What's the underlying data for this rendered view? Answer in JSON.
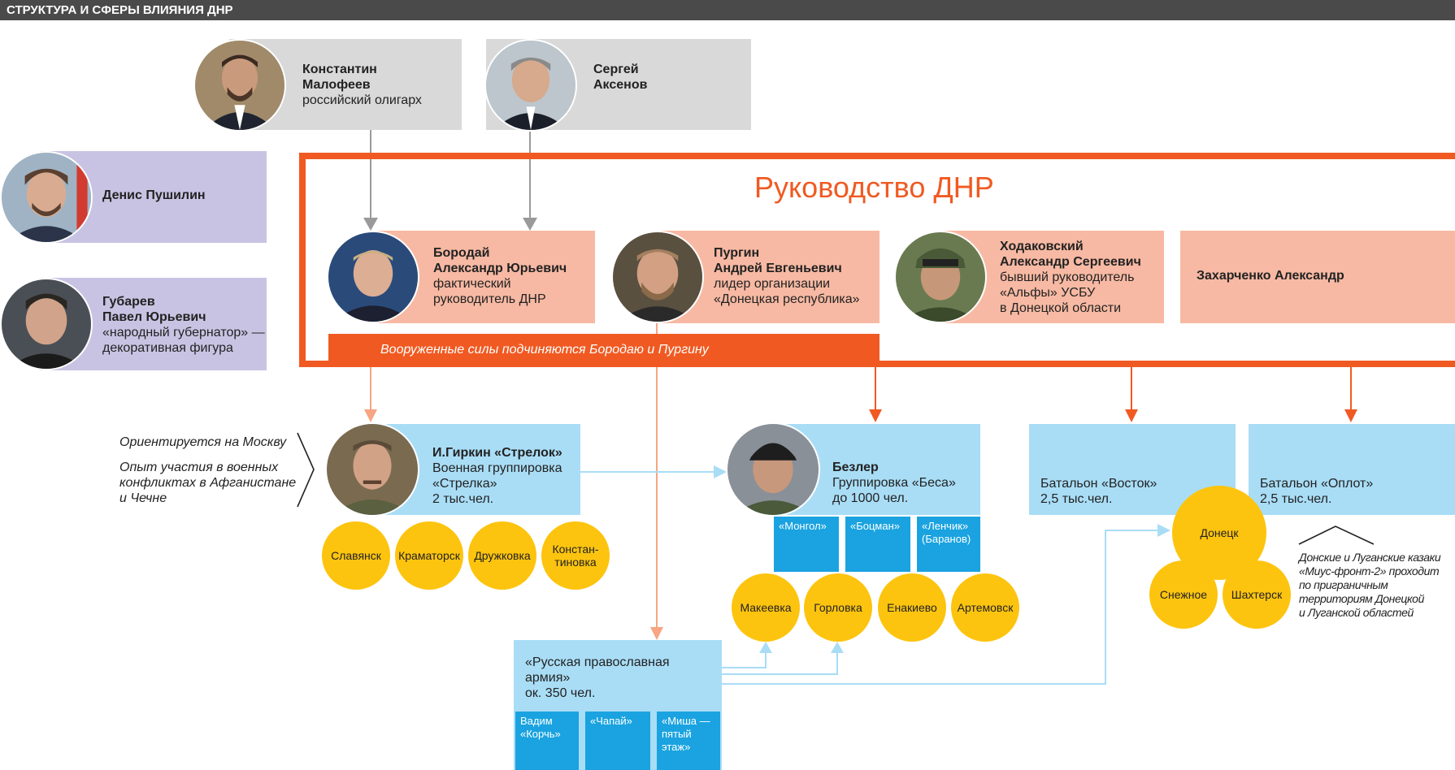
{
  "header": "СТРУКТУРА И СФЕРЫ ВЛИЯНИЯ ДНР",
  "colors": {
    "accent_orange": "#f05a22",
    "gray_box": "#d9d9d9",
    "purple_box": "#c9c3e3",
    "salmon_box": "#f7b9a3",
    "blue_box": "#a9ddf6",
    "yellow_city": "#fdc40f",
    "blue_tag": "#1aa3e0"
  },
  "backers": [
    {
      "name1": "Константин",
      "name2": "Малофеев",
      "role": "российский олигарх"
    },
    {
      "name1": "Сергей",
      "name2": "Аксенов"
    }
  ],
  "side": [
    {
      "name": "Денис Пушилин"
    },
    {
      "name1": "Губарев",
      "name2": "Павел Юрьевич",
      "role1": "«народный губернатор» —",
      "role2": "декоративная фигура"
    }
  ],
  "leadership": {
    "title": "Руководство ДНР",
    "members": [
      {
        "name1": "Бородай",
        "name2": "Александр Юрьевич",
        "role1": "фактический",
        "role2": "руководитель ДНР"
      },
      {
        "name1": "Пургин",
        "name2": "Андрей Евгеньевич",
        "role1": "лидер организации",
        "role2": "«Донецкая республика»"
      },
      {
        "name1": "Ходаковский",
        "name2": "Александр Сергеевич",
        "role1": "бывший руководитель",
        "role2": "«Альфы» УСБУ",
        "role3": "в Донецкой области"
      },
      {
        "name": "Захарченко Александр"
      }
    ],
    "armed_forces_note": "Вооруженные силы подчиняются Бородаю   и Пургину"
  },
  "girkin_notes": {
    "note1": "Ориентируется на Москву",
    "note2_1": "Опыт участия в военных",
    "note2_2": "конфликтах в Афганистане",
    "note2_3": "и Чечне"
  },
  "groups": {
    "girkin": {
      "name": "И.Гиркин «Стрелок»",
      "desc1": "Военная группировка",
      "desc2": "«Стрелка»",
      "desc3": "2 тыс.чел.",
      "cities": [
        "Славянск",
        "Краматорск",
        "Дружковка",
        "Констан-\nтиновка"
      ]
    },
    "bezler": {
      "name": "Безлер",
      "desc1": "Группировка «Беса»",
      "desc2": "до 1000 чел.",
      "tags": [
        "«Монгол»",
        "«Боцман»",
        "«Ленчик»\n(Баранов)"
      ],
      "cities": [
        "Макеевка",
        "Горловка",
        "Енакиево",
        "Артемовск"
      ]
    },
    "vostok": {
      "name": "Батальон «Восток»",
      "size": "2,5 тыс.чел."
    },
    "oplot": {
      "name": "Батальон «Оплот»",
      "size": "2,5 тыс.чел.",
      "cities": [
        "Донецк",
        "Снежное",
        "Шахтерск"
      ]
    },
    "roa": {
      "line1": "«Русская православная",
      "line2": "армия»",
      "line3": "ок. 350 чел.",
      "tags": [
        "Вадим\n«Корчь»",
        "«Чапай»",
        "«Миша —\nпятый\nэтаж»"
      ]
    }
  },
  "cossacks_note": {
    "l1": "Донские и Луганские казаки",
    "l2": "«Миус-фронт-2» проходит",
    "l3": "по приграничным",
    "l4": "территориям Донецкой",
    "l5": "и Луганской областей"
  }
}
